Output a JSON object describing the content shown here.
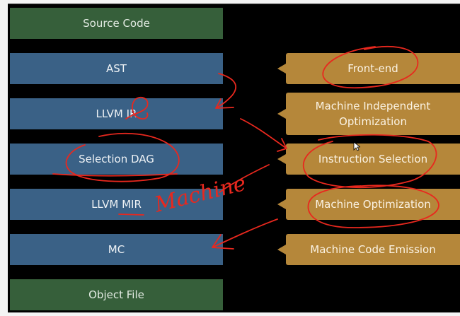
{
  "diagram": {
    "title": "LLVM compilation pipeline",
    "stages": [
      {
        "label": "Source Code",
        "kind": "input"
      },
      {
        "label": "AST",
        "kind": "ir"
      },
      {
        "label": "LLVM IR",
        "kind": "ir"
      },
      {
        "label": "Selection DAG",
        "kind": "ir"
      },
      {
        "label": "LLVM MIR",
        "kind": "ir"
      },
      {
        "label": "MC",
        "kind": "ir"
      },
      {
        "label": "Object File",
        "kind": "output"
      }
    ],
    "phases": [
      {
        "label": "Front-end"
      },
      {
        "label": "Machine Independent Optimization"
      },
      {
        "label": "Instruction Selection"
      },
      {
        "label": "Machine Optimization"
      },
      {
        "label": "Machine Code Emission"
      }
    ],
    "colors": {
      "background": "#000000",
      "input_output": "#365f3a",
      "ir": "#3a6186",
      "phase": "#b5873a",
      "annotation": "#e8281e"
    },
    "annotations": {
      "handwritten_text": "Machine"
    }
  }
}
